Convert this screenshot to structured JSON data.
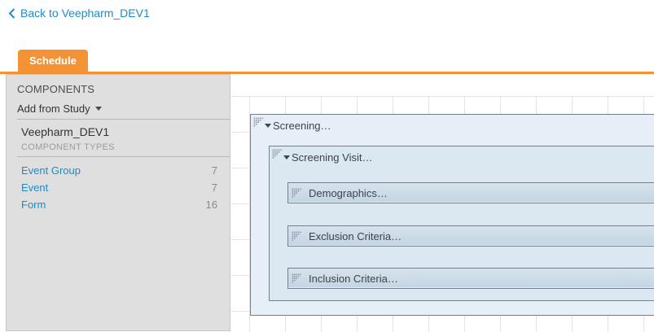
{
  "header": {
    "back_link_label": "Back to Veepharm_DEV1"
  },
  "tabs": {
    "schedule_label": "Schedule"
  },
  "sidebar": {
    "title": "COMPONENTS",
    "add_from_study_label": "Add from Study",
    "study_name": "Veepharm_DEV1",
    "component_types_label": "COMPONENT TYPES",
    "component_types": [
      {
        "label": "Event Group",
        "count": "7"
      },
      {
        "label": "Event",
        "count": "7"
      },
      {
        "label": "Form",
        "count": "16"
      }
    ]
  },
  "canvas": {
    "event_group": {
      "label": "Screening…"
    },
    "event": {
      "label": "Screening Visit…"
    },
    "forms": [
      {
        "label": "Demographics…"
      },
      {
        "label": "Exclusion Criteria…"
      },
      {
        "label": "Inclusion Criteria…"
      }
    ]
  },
  "colors": {
    "accent_orange": "#f49236",
    "link_blue": "#1b8dc9",
    "sidebar_bg": "#dfdfdf",
    "event_group_fill": "#e6eff7",
    "event_fill": "#dbe7f1",
    "form_fill_top": "#d7e3ee",
    "form_fill_bottom": "#c3d4e3",
    "box_border": "#75808a",
    "grid_line": "#e3e3e3"
  }
}
